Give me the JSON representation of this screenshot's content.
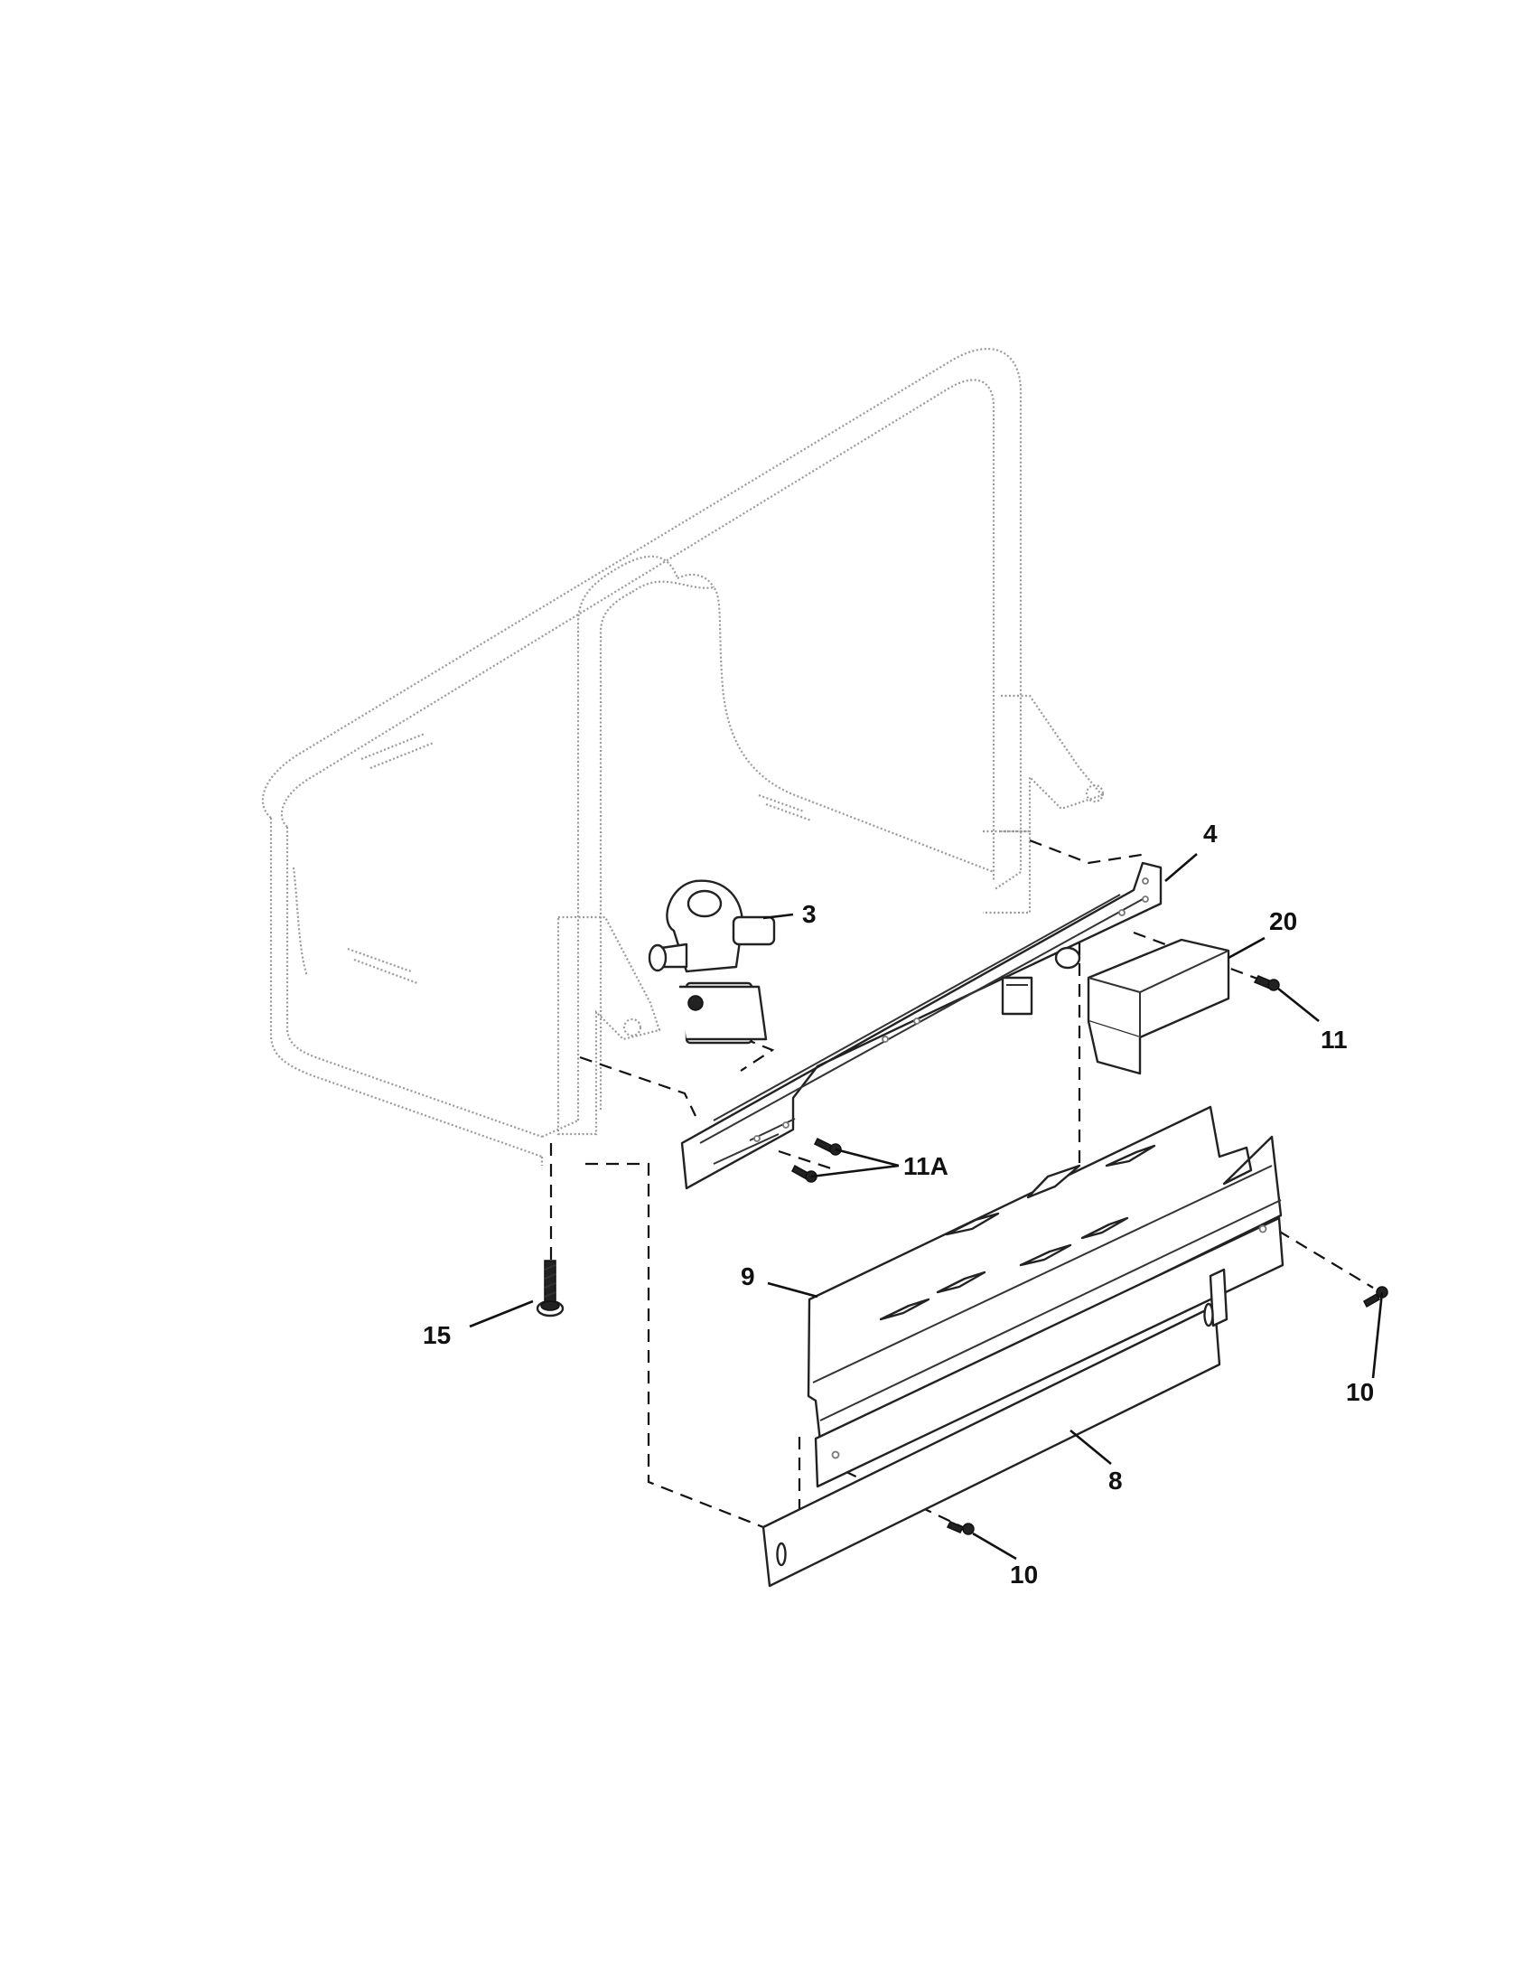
{
  "callouts": {
    "p3": "3",
    "p4": "4",
    "p20": "20",
    "p11": "11",
    "p11a": "11A",
    "p9": "9",
    "p10_right": "10",
    "p15": "15",
    "p8": "8",
    "p10_bottom": "10"
  }
}
